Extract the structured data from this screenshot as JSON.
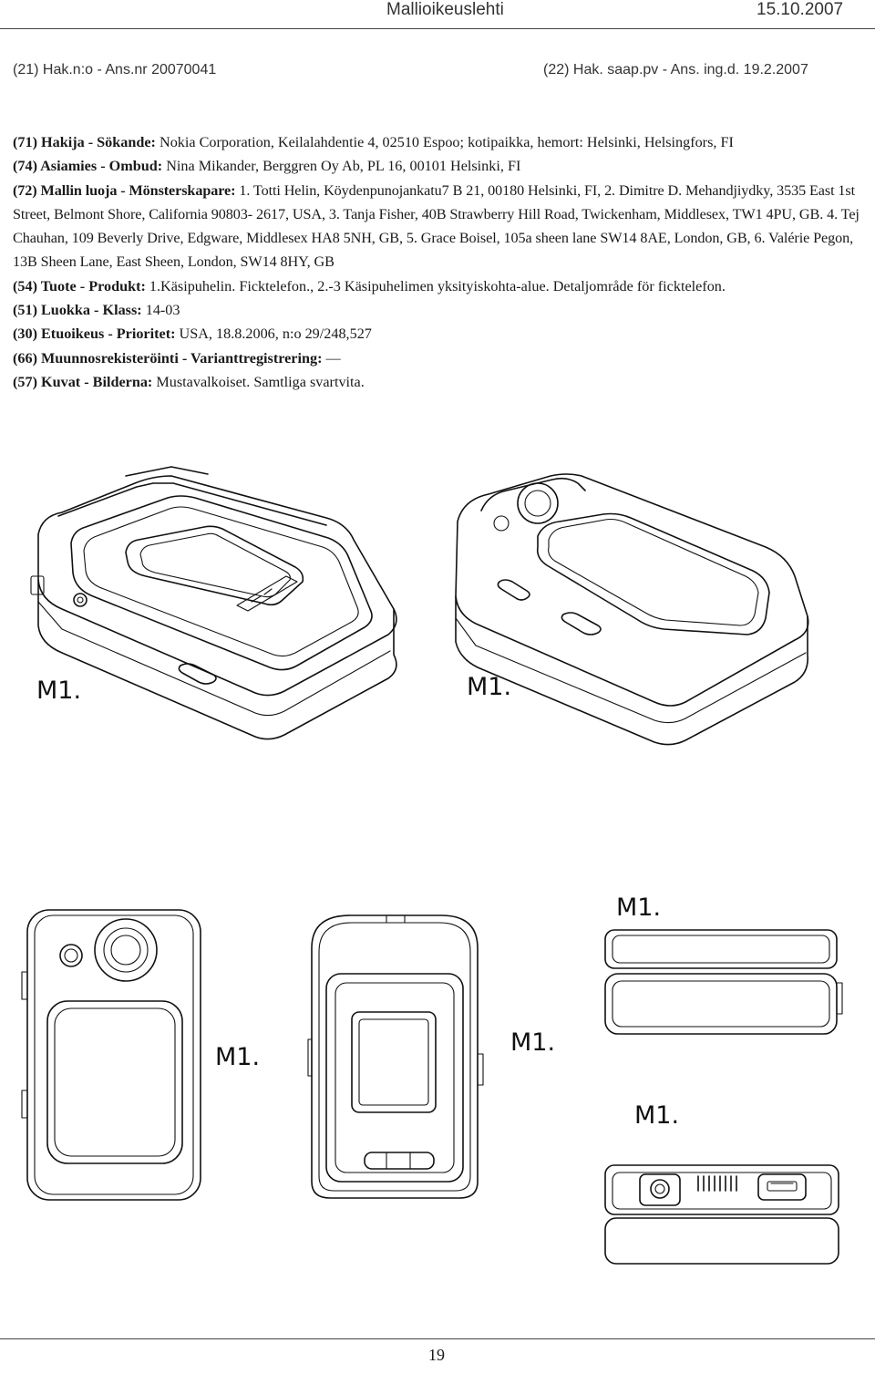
{
  "header": {
    "publication": "Mallioikeuslehti",
    "date": "15.10.2007",
    "application_number": "(21) Hak.n:o - Ans.nr 20070041",
    "filing_date": "(22) Hak. saap.pv - Ans. ing.d. 19.2.2007"
  },
  "entries": {
    "applicant": {
      "label": "(71) Hakija - Sökande:",
      "text": " Nokia Corporation, Keilalahdentie 4, 02510 Espoo; kotipaikka, hemort: Helsinki, Helsingfors, FI"
    },
    "agent": {
      "label": "(74) Asiamies - Ombud:",
      "text": " Nina Mikander, Berggren Oy Ab, PL 16, 00101 Helsinki, FI"
    },
    "designers": {
      "label": "(72) Mallin luoja - Mönsterskapare:",
      "text": " 1. Totti Helin, Köydenpunojankatu7 B 21, 00180 Helsinki, FI, 2. Dimitre D. Mehandjiydky, 3535 East 1st Street, Belmont Shore, California 90803- 2617, USA, 3. Tanja Fisher, 40B Strawberry Hill Road, Twickenham, Middlesex, TW1 4PU, GB. 4. Tej Chauhan, 109 Beverly Drive, Edgware, Middlesex HA8 5NH, GB, 5. Grace Boisel, 105a sheen lane SW14 8AE, London, GB, 6. Valérie Pegon, 13B Sheen Lane, East Sheen, London, SW14 8HY, GB"
    },
    "product": {
      "label": "(54) Tuote - Produkt:",
      "text": " 1.Käsipuhelin. Ficktelefon., 2.-3 Käsipuhelimen yksityiskohta-alue. Detaljområde för ficktelefon."
    },
    "class": {
      "label": "(51) Luokka - Klass:",
      "text": " 14-03"
    },
    "priority": {
      "label": "(30) Etuoikeus - Prioritet:",
      "text": " USA, 18.8.2006, n:o 29/248,527"
    },
    "variant": {
      "label": "(66) Muunnosrekisteröinti - Varianttregistrering:",
      "text": " —"
    },
    "figures": {
      "label": "(57) Kuvat - Bilderna:",
      "text": " Mustavalkoiset. Samtliga svartvita."
    }
  },
  "figure_labels": {
    "front_perspective": "M1.",
    "back_perspective": "M1.",
    "back_view": "M1.",
    "front_view": "M1.",
    "top_view": "M1.",
    "bottom_view": "M1."
  },
  "footer": {
    "page_number": "19"
  }
}
